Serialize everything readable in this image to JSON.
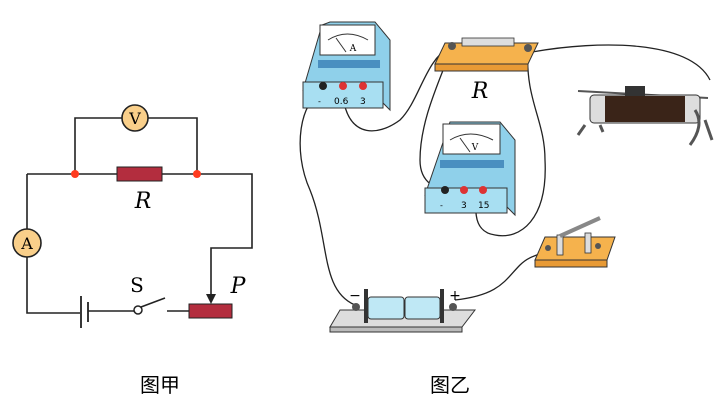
{
  "figure_jia": {
    "caption": "图甲",
    "voltmeter_symbol": "V",
    "ammeter_symbol": "A",
    "resistor_label": "R",
    "switch_label": "S",
    "slider_label": "P"
  },
  "figure_yi": {
    "caption": "图乙",
    "resistor_label": "R",
    "ammeter_face_symbol": "A",
    "ammeter_terminals": [
      "-",
      "0.6",
      "3"
    ],
    "voltmeter_face_symbol": "V",
    "voltmeter_terminals": [
      "-",
      "3",
      "15"
    ],
    "battery_negative": "−",
    "battery_positive": "+"
  },
  "colors": {
    "meter_fill": "#f9cf8a",
    "resistor_red": "#b32d3e",
    "node_dot": "#ff3b1f",
    "meter_blue": "#8fd0ea",
    "board_orange": "#f5b24d"
  }
}
